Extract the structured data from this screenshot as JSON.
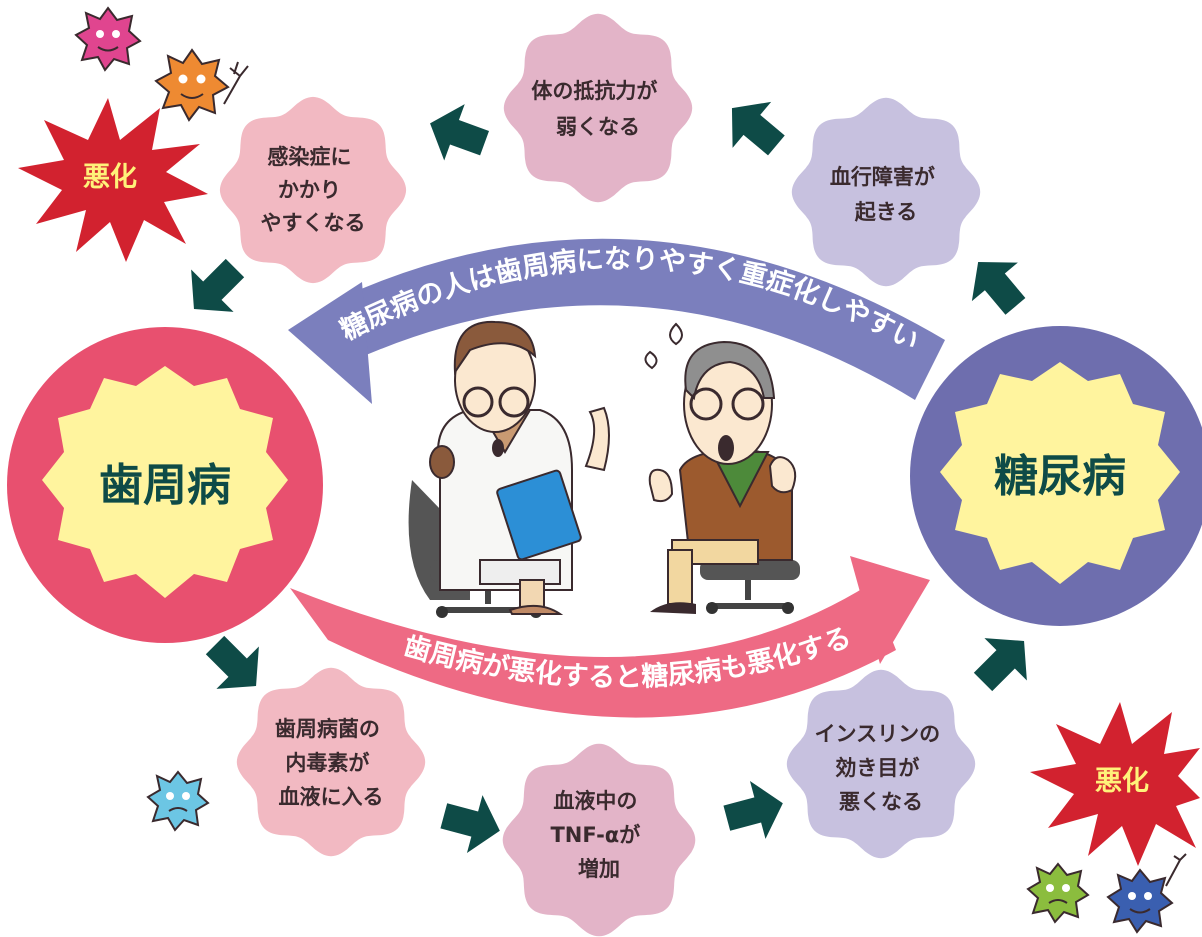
{
  "colors": {
    "dark_green": "#0e4b47",
    "pink_node": "#f2b9c2",
    "mauve_node": "#e3b4c8",
    "lavender_node": "#c7c1df",
    "pink_ring": "#e8506f",
    "purple_ring": "#6e6eae",
    "yellow_center": "#fff49e",
    "red_burst": "#d2222f",
    "burst_text": "#fff27a"
  },
  "hubs": {
    "left": "歯周病",
    "right": "糖尿病"
  },
  "arcs": {
    "top": "糖尿病の人は歯周病になりやすく重症化しやすい",
    "bottom": "歯周病が悪化すると糖尿病も悪化する"
  },
  "bursts": {
    "top_left": "悪化",
    "bottom_right": "悪化"
  },
  "nodes": {
    "infection": [
      "感染症に",
      "かかり",
      "やすくなる"
    ],
    "resistance": [
      "体の抵抗力が",
      "弱くなる"
    ],
    "circulation": [
      "血行障害が",
      "起きる"
    ],
    "endotoxin": [
      "歯周病菌の",
      "内毒素が",
      "血液に入る"
    ],
    "tnf": [
      "血液中の",
      "TNF-αが",
      "増加"
    ],
    "insulin": [
      "インスリンの",
      "効き目が",
      "悪くなる"
    ]
  },
  "icons": {
    "germs": [
      "pink-germ-icon",
      "orange-germ-icon",
      "blue-germ-icon",
      "green-germ-icon",
      "navy-germ-icon"
    ],
    "arrows": "arrow-icon",
    "figures": [
      "doctor-figure",
      "patient-figure"
    ]
  }
}
